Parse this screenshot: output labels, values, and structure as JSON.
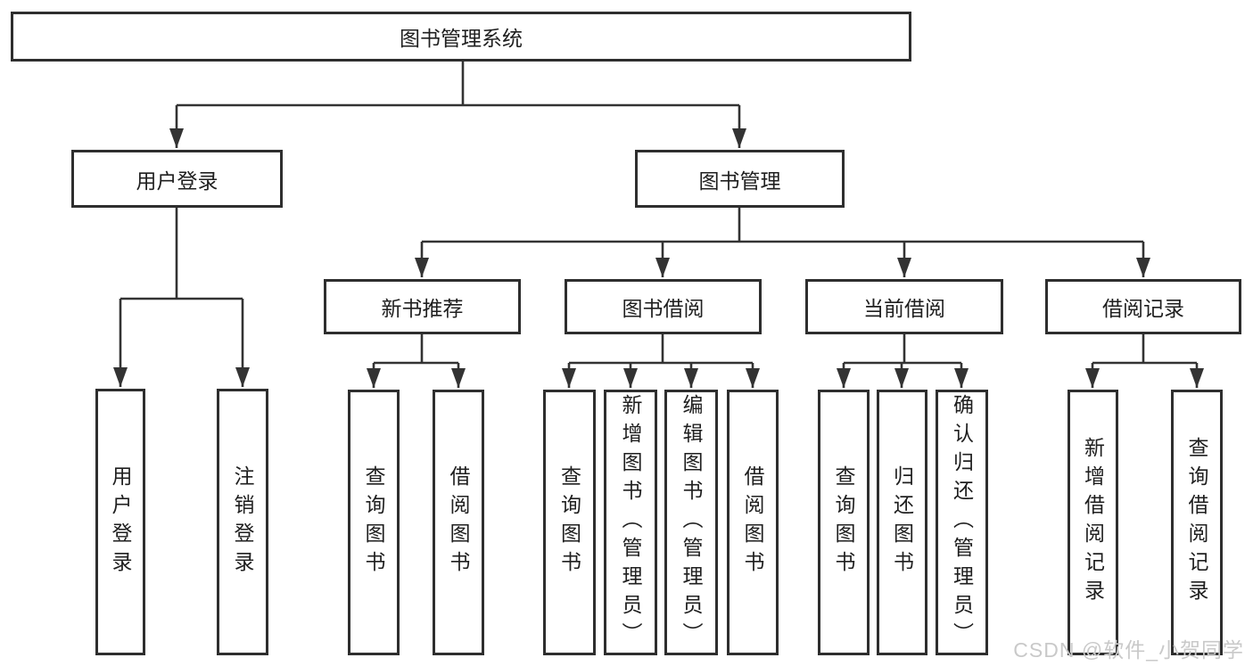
{
  "nodes": {
    "root": "图书管理系统",
    "user_login": "用户登录",
    "book_mgmt": "图书管理",
    "new_book_rec": "新书推荐",
    "book_borrow": "图书借阅",
    "current_borrow": "当前借阅",
    "borrow_record": "借阅记录",
    "ul_login": "用户登录",
    "ul_logout": "注销登录",
    "nb_query": "查询图书",
    "nb_borrow": "借阅图书",
    "bb_query": "查询图书",
    "bb_add": "新增图书（管理员）",
    "bb_edit": "编辑图书（管理员）",
    "bb_borrow": "借阅图书",
    "cb_query": "查询图书",
    "cb_return": "归还图书",
    "cb_confirm": "确认归还（管理员）",
    "br_add": "新增借阅记录",
    "br_query": "查询借阅记录"
  },
  "hierarchy": {
    "图书管理系统": {
      "用户登录": [
        "用户登录",
        "注销登录"
      ],
      "图书管理": {
        "新书推荐": [
          "查询图书",
          "借阅图书"
        ],
        "图书借阅": [
          "查询图书",
          "新增图书（管理员）",
          "编辑图书（管理员）",
          "借阅图书"
        ],
        "当前借阅": [
          "查询图书",
          "归还图书",
          "确认归还（管理员）"
        ],
        "借阅记录": [
          "新增借阅记录",
          "查询借阅记录"
        ]
      }
    }
  },
  "watermark": "CSDN @软件_小贺同学",
  "colors": {
    "line": "#333333",
    "box_border": "#2e2e2e",
    "text": "#1f1f1f",
    "watermark": "#c9c9c9",
    "background": "#ffffff"
  }
}
